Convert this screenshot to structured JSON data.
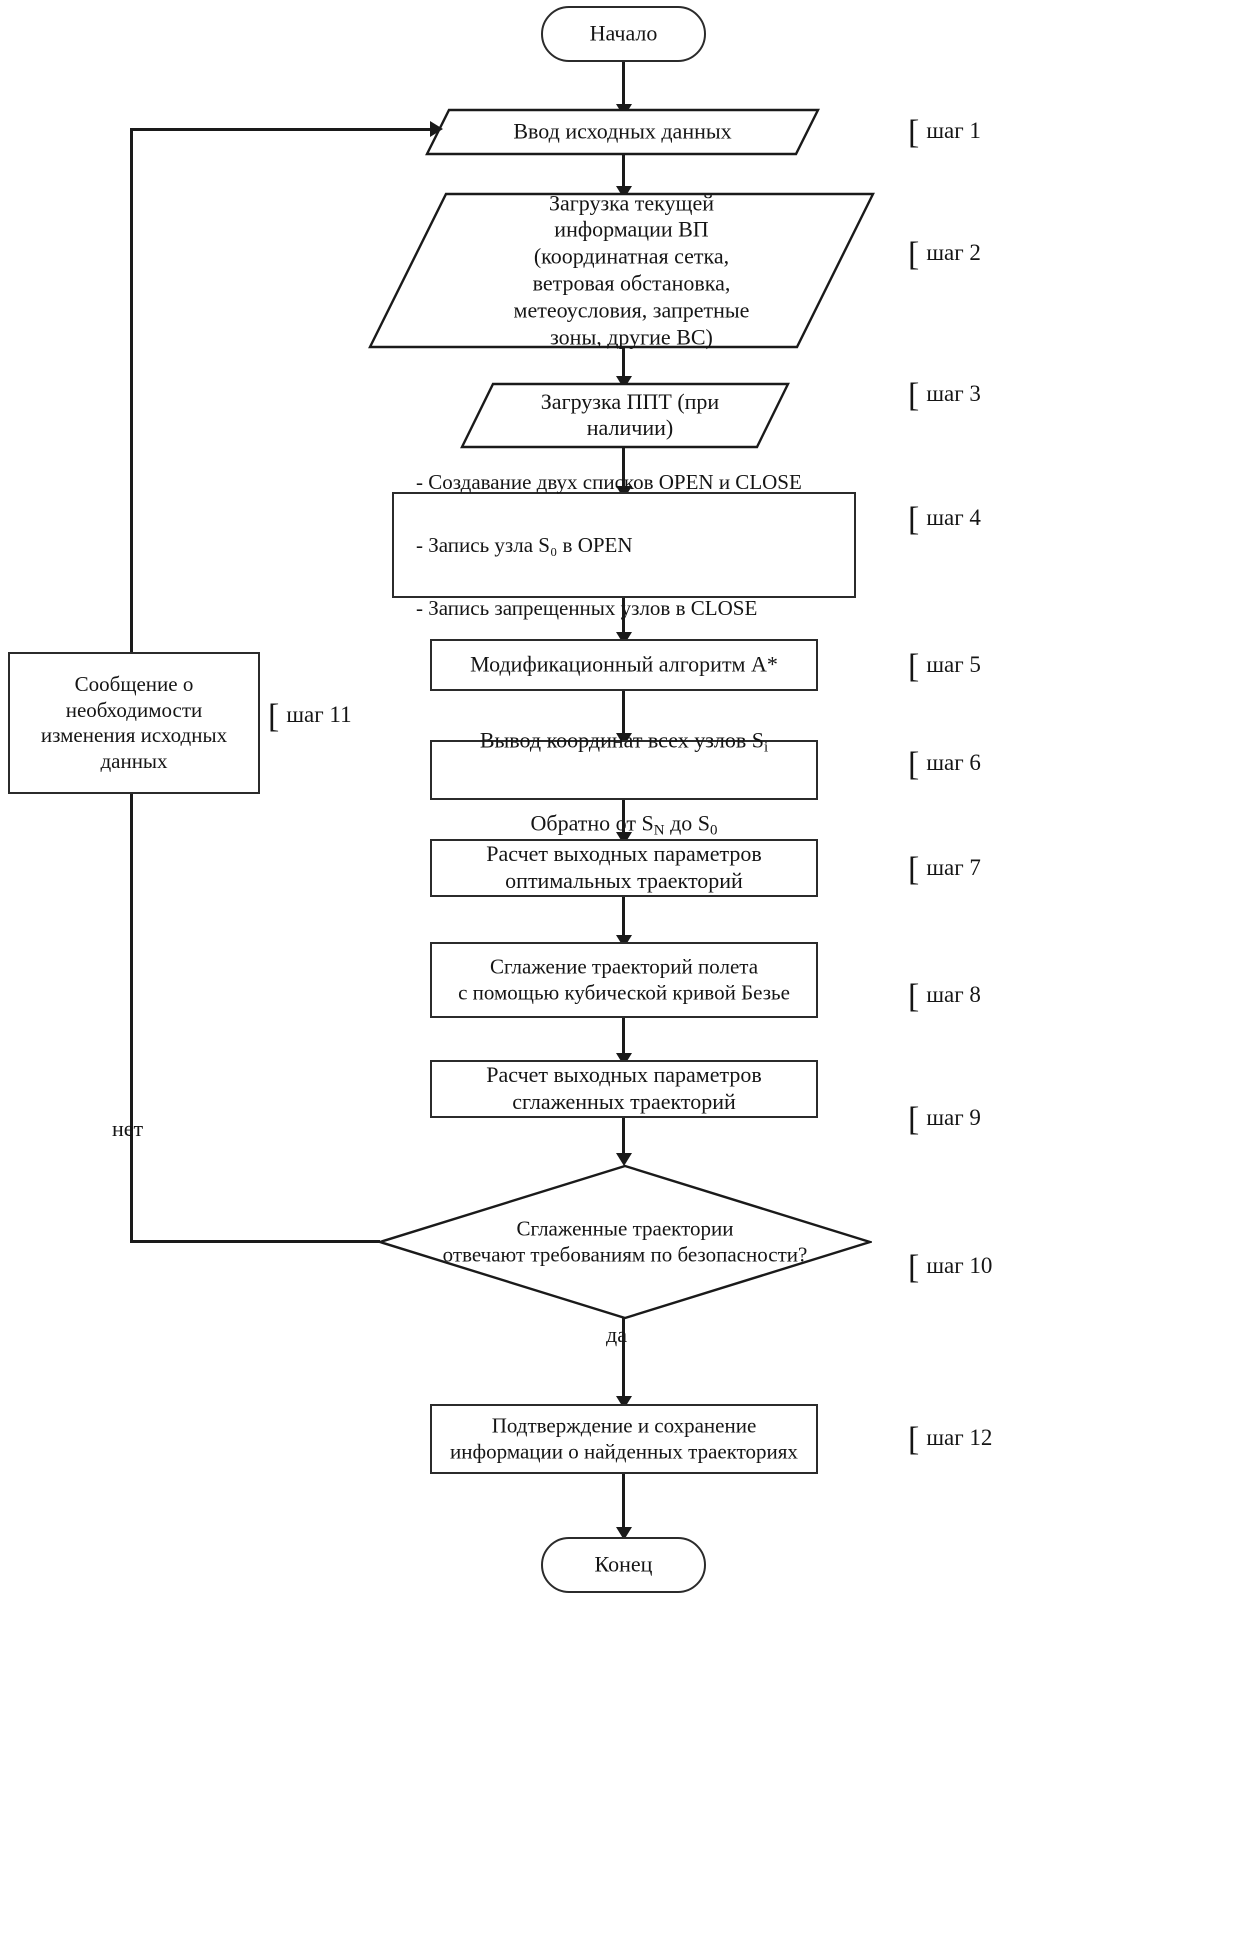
{
  "diagram": {
    "title": "Блок-схема алгоритма построения траекторий",
    "language": "ru",
    "colors": {
      "stroke": "#1a1a1a",
      "fill": "#ffffff",
      "text": "#151515"
    }
  },
  "nodes": {
    "start": {
      "label": "Начало",
      "shape": "terminator"
    },
    "step1": {
      "label": "Ввод исходных данных",
      "shape": "parallelogram"
    },
    "step2": {
      "label": "Загрузка текущей\nинформации ВП\n(координатная сетка,\nветровая обстановка,\nметеоусловия, запретные\nзоны, другие ВС)",
      "shape": "parallelogram"
    },
    "step3": {
      "label": "Загрузка ППТ (при\nналичии)",
      "shape": "parallelogram"
    },
    "step4": {
      "shape": "process",
      "lines": [
        "- Создавание двух списков  OPEN и  CLOSE",
        "- Запись узла S₀ в OPEN",
        "- Запись запрещенных узлов в  CLOSE"
      ]
    },
    "step5": {
      "label": "Модификационный алгоритм A*",
      "shape": "process"
    },
    "step6": {
      "shape": "process",
      "line1_pre": "Вывод координат всех узлов S",
      "line1_sub": "i",
      "line2_pre": "Обратно от S",
      "line2_sub1": "N",
      "line2_mid": " до S",
      "line2_sub2": "0"
    },
    "step7": {
      "label": "Расчет выходных параметров\nоптимальных траекторий",
      "shape": "process"
    },
    "step8": {
      "label": "Сглажение траекторий полета\nс помощью кубической кривой Безье",
      "shape": "process"
    },
    "step9": {
      "label": "Расчет выходных параметров\nсглаженных траекторий",
      "shape": "process"
    },
    "step10": {
      "label": "Сглаженные  траектории\nотвечают требованиям по безопасности?",
      "shape": "decision"
    },
    "step11": {
      "label": "Сообщение о\nнеобходимости\nизменения исходных\nданных",
      "shape": "process"
    },
    "step12": {
      "label": "Подтверждение и сохранение\nинформации о найденных траекториях",
      "shape": "process"
    },
    "end": {
      "label": "Конец",
      "shape": "terminator"
    }
  },
  "step_labels": {
    "s1": "шаг 1",
    "s2": "шаг 2",
    "s3": "шаг 3",
    "s4": "шаг 4",
    "s5": "шаг 5",
    "s6": "шаг 6",
    "s7": "шаг 7",
    "s8": "шаг 8",
    "s9": "шаг 9",
    "s10": "шаг 10",
    "s11": "шаг 11",
    "s12": "шаг 12",
    "bracket": "["
  },
  "edge_labels": {
    "no": "нет",
    "yes": "да"
  }
}
